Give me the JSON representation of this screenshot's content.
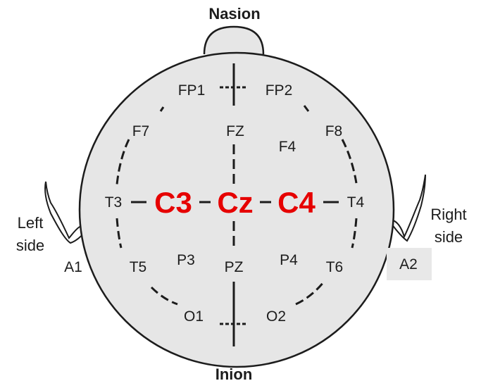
{
  "landmarks": {
    "nasion": "Nasion",
    "inion": "Inion"
  },
  "sides": {
    "left_line1": "Left",
    "left_line2": "side",
    "right_line1": "Right",
    "right_line2": "side"
  },
  "electrodes": {
    "fp1": "FP1",
    "fp2": "FP2",
    "f7": "F7",
    "fz": "FZ",
    "f4": "F4",
    "f8": "F8",
    "t3": "T3",
    "t4": "T4",
    "t5": "T5",
    "p3": "P3",
    "pz": "PZ",
    "p4": "P4",
    "t6": "T6",
    "o1": "O1",
    "o2": "O2",
    "a1": "A1",
    "a2": "A2"
  },
  "highlighted": {
    "c3": "C3",
    "cz": "Cz",
    "c4": "C4"
  },
  "colors": {
    "highlight": "#e60000",
    "head_fill": "#e6e6e6",
    "outline": "#1c1c1c",
    "a2_box": "#e8e8e8"
  }
}
